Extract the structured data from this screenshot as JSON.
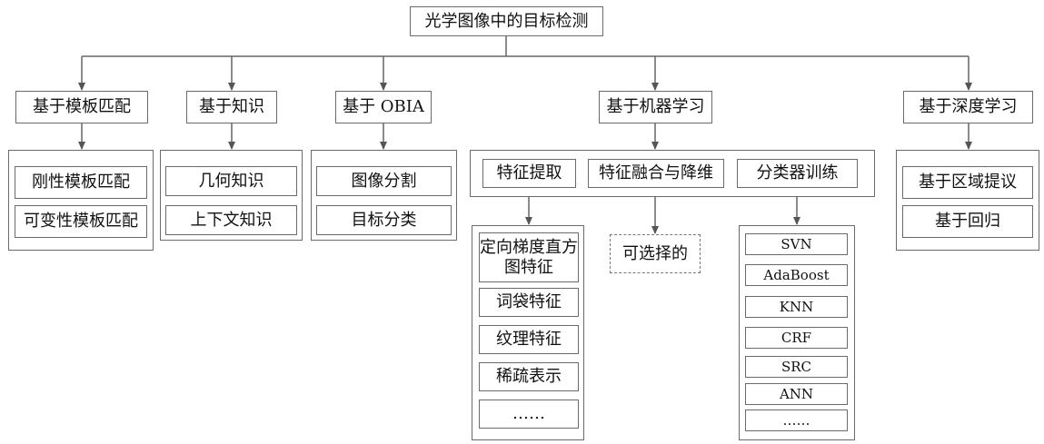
{
  "root": "光学图像中的目标检测",
  "categories": {
    "template": "基于模板匹配",
    "knowledge": "基于知识",
    "obia": "基于 OBIA",
    "ml": "基于机器学习",
    "dl": "基于深度学习"
  },
  "template_items": [
    "刚性模板匹配",
    "可变性模板匹配"
  ],
  "knowledge_items": [
    "几何知识",
    "上下文知识"
  ],
  "obia_items": [
    "图像分割",
    "目标分类"
  ],
  "ml_steps": [
    "特征提取",
    "特征融合与降维",
    "分类器训练"
  ],
  "ml_features": [
    "定向梯度直方图特征",
    "词袋特征",
    "纹理特征",
    "稀疏表示",
    "……"
  ],
  "ml_fusion_note": "可选择的",
  "ml_classifiers": [
    "SVN",
    "AdaBoost",
    "KNN",
    "CRF",
    "SRC",
    "ANN",
    "……"
  ],
  "dl_items": [
    "基于区域提议",
    "基于回归"
  ]
}
